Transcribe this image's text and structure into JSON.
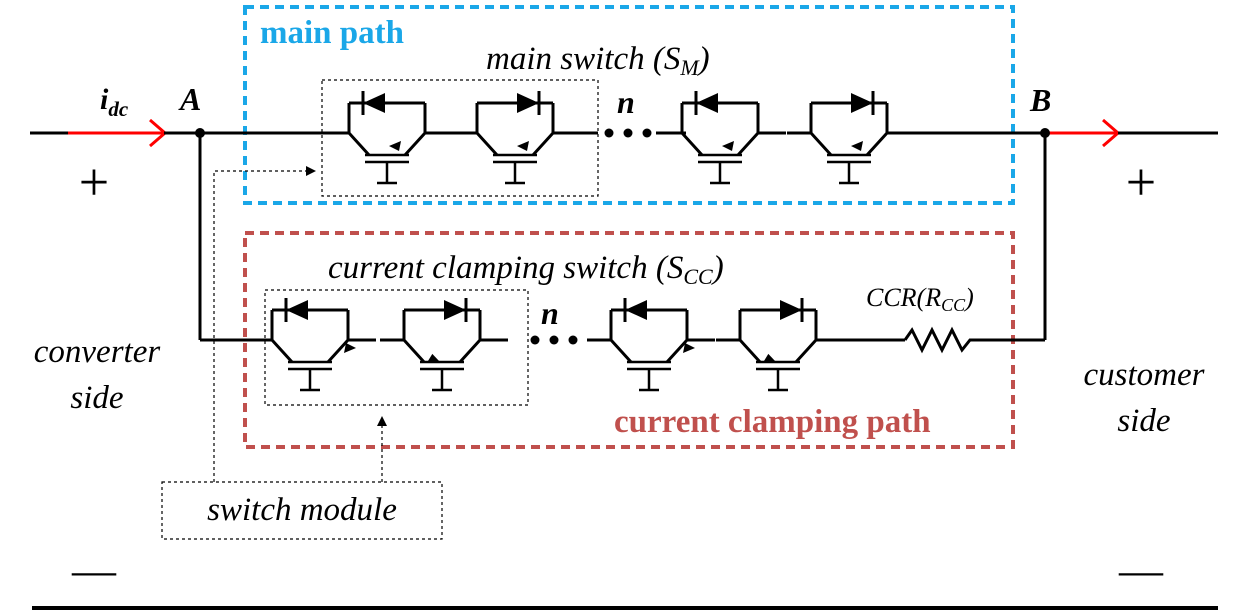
{
  "labels": {
    "idc_base": "i",
    "idc_sub": "dc",
    "node_a": "A",
    "node_b": "B",
    "main_path": "main path",
    "main_switch_base": "main switch (S",
    "main_switch_sub": "M",
    "main_switch_end": ")",
    "n_top": "n",
    "n_bottom": "n",
    "clamp_switch_base": "current clamping switch (S",
    "clamp_switch_sub": "CC",
    "clamp_switch_end": ")",
    "ccr_base": "CCR(R",
    "ccr_sub": "CC",
    "ccr_end": ")",
    "clamp_path": "current clamping path",
    "converter_line1": "converter",
    "converter_line2": "side",
    "customer_line1": "customer",
    "customer_line2": "side",
    "switch_module": "switch module",
    "plus_left": "+",
    "plus_right": "+",
    "minus_left": "—",
    "minus_right": "—"
  },
  "colors": {
    "main_path": "#1aa7e8",
    "clamp_path": "#c0504d",
    "current_arrow": "#ff0000",
    "wire": "#000000"
  }
}
